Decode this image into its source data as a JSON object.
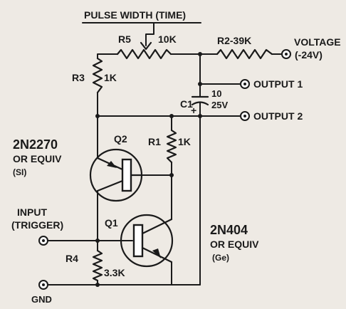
{
  "pulse_width_label": "PULSE WIDTH (TIME)",
  "r5": {
    "ref": "R5",
    "value": "10K"
  },
  "r2": {
    "ref": "R2",
    "value": "39K",
    "text": "R2-39K"
  },
  "voltage": {
    "line1": "VOLTAGE",
    "line2": "(-24V)"
  },
  "r3": {
    "ref": "R3",
    "value": "1K"
  },
  "output1": "OUTPUT 1",
  "c1": {
    "ref": "C1",
    "value": "10",
    "voltage": "25V",
    "polarity": "+"
  },
  "output2": "OUTPUT 2",
  "r1": {
    "ref": "R1",
    "value": "1K"
  },
  "q2": {
    "ref": "Q2",
    "part": "2N2270",
    "equiv": "OR EQUIV",
    "type": "(SI)"
  },
  "q1": {
    "ref": "Q1",
    "part": "2N404",
    "equiv": "OR EQUIV",
    "type": "(Ge)"
  },
  "input": {
    "line1": "INPUT",
    "line2": "(TRIGGER)"
  },
  "r4": {
    "ref": "R4",
    "value": "3.3K"
  },
  "gnd": "GND"
}
